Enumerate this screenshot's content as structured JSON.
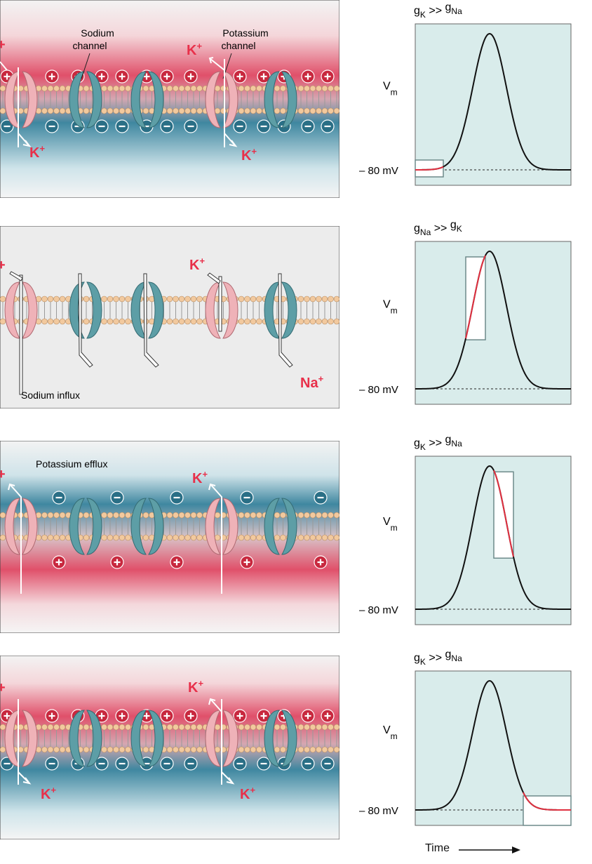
{
  "labels": {
    "sodium_channel": [
      "Sodium",
      "channel"
    ],
    "potassium_channel": [
      "Potassium",
      "channel"
    ],
    "k_ion": "K",
    "na_ion": "Na",
    "ion_plus": "+",
    "sodium_influx": "Sodium influx",
    "potassium_efflux": "Potassium efflux"
  },
  "graphs": [
    {
      "cond_main": "g",
      "sub1": "K",
      "op": ">>",
      "cond_main2": "g",
      "sub2": "Na",
      "vm": "V",
      "vm_sub": "m",
      "mv": "– 80 mV",
      "highlight": "resting-start"
    },
    {
      "cond_main": "g",
      "sub1": "Na",
      "op": ">>",
      "cond_main2": "g",
      "sub2": "K",
      "vm": "V",
      "vm_sub": "m",
      "mv": "– 80 mV",
      "highlight": "rising"
    },
    {
      "cond_main": "g",
      "sub1": "K",
      "op": ">>",
      "cond_main2": "g",
      "sub2": "Na",
      "vm": "V",
      "vm_sub": "m",
      "mv": "– 80 mV",
      "highlight": "falling"
    },
    {
      "cond_main": "g",
      "sub1": "K",
      "op": ">>",
      "cond_main2": "g",
      "sub2": "Na",
      "vm": "V",
      "vm_sub": "m",
      "mv": "– 80 mV",
      "highlight": "resting-end"
    }
  ],
  "time_label": "Time",
  "colors": {
    "graph_bg": "#d9eceb",
    "positive_zone": "#e0506a",
    "negative_zone": "#3f87a0",
    "k_channel": "#efb2b8",
    "na_channel": "#5d9ea6",
    "lipid_head": "#f2c99e",
    "ion_label": "#e8304a",
    "highlight_trace": "#e03040"
  }
}
